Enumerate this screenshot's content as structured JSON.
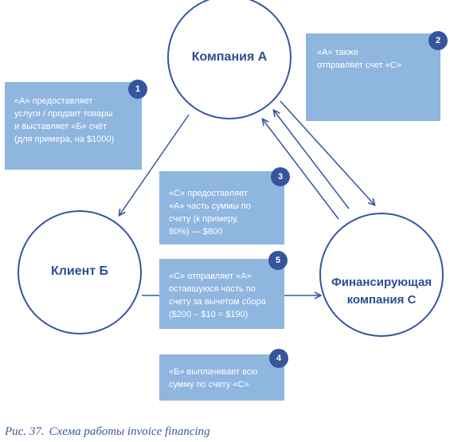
{
  "nodes": {
    "company_a": "Компания А",
    "client_b": "Клиент Б",
    "financing_c": "Финансирующая\nкомпания С"
  },
  "steps": [
    {
      "num": "1",
      "text": "«А» предоставляет\nуслуги / продает товары\nи выставляет «Б» счёт\n(для примера, на $1000)"
    },
    {
      "num": "2",
      "text": "«А» также\nотправляет счет «С»"
    },
    {
      "num": "3",
      "text": "«С» предоставляет\n«А» часть суммы по\nсчету (к примеру,\n80%) — $800"
    },
    {
      "num": "5",
      "text": "«С» отправляет «А»\nоставшуюся часть по\nсчету за вычетом сбора\n($200 – $10 = $190)"
    },
    {
      "num": "4",
      "text": "«Б» выплачивает всю\nсумму по счету «С»"
    }
  ],
  "caption": {
    "number": "Рис. 37.",
    "title": "Схема работы invoice financing"
  },
  "colors": {
    "circle_stroke": "#35569c",
    "box_fill": "#8fb6df",
    "badge_fill": "#35569c",
    "label_text": "#2d4f92"
  }
}
